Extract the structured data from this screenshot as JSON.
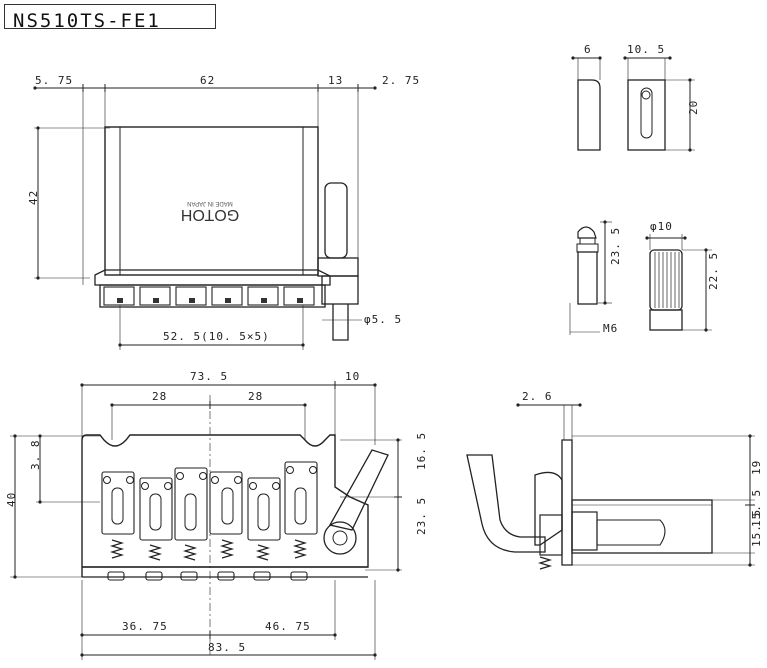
{
  "title": "NS510TS-FE1",
  "logo_text": "GOTOH",
  "logo_subtext": "MADE IN JAPAN",
  "top_view": {
    "dims": {
      "left_margin": "5. 75",
      "width": "62",
      "saddle_gap": "13",
      "right_margin": "2. 75",
      "height": "42",
      "pin_dia": "φ5. 5",
      "spacing": "52. 5(10. 5×5)"
    }
  },
  "block_detail": {
    "dims": {
      "thickness": "6",
      "width": "10. 5",
      "height": "20"
    }
  },
  "stud_detail": {
    "dims": {
      "stud_height": "23. 5",
      "thread": "M6",
      "bush_dia": "φ10",
      "bush_height": "22. 5"
    }
  },
  "front_view": {
    "dims": {
      "width": "73. 5",
      "arm_offset": "10",
      "stud_spacing_left": "28",
      "stud_spacing_right": "28",
      "small_height": "3. 8",
      "total_height": "40",
      "upper_height": "16. 5",
      "lower_height": "23. 5",
      "base_left": "36. 75",
      "base_right": "46. 75",
      "base_total": "83. 5"
    }
  },
  "side_view": {
    "dims": {
      "plate": "2. 6",
      "upper": "19",
      "mid": "15. 5",
      "lower": "15. 5"
    }
  }
}
